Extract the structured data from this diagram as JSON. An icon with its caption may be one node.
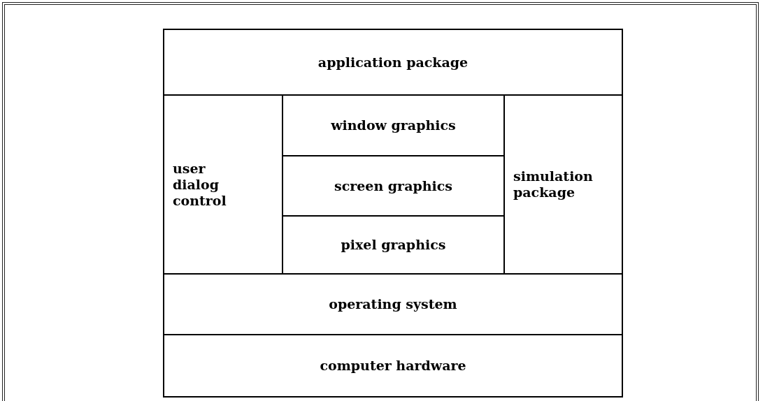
{
  "diagram": {
    "nodes": [
      {
        "text": [
          "application package"
        ]
      },
      {
        "text": [
          "user dialog control"
        ]
      },
      {
        "text": [
          "window graphics"
        ]
      },
      {
        "text": [
          "screen graphics"
        ]
      },
      {
        "text": [
          "pixel graphics"
        ]
      },
      {
        "text": [
          "simulation package"
        ]
      },
      {
        "text": [
          "operating system"
        ]
      },
      {
        "text": [
          "computer hardware"
        ]
      }
    ]
  }
}
